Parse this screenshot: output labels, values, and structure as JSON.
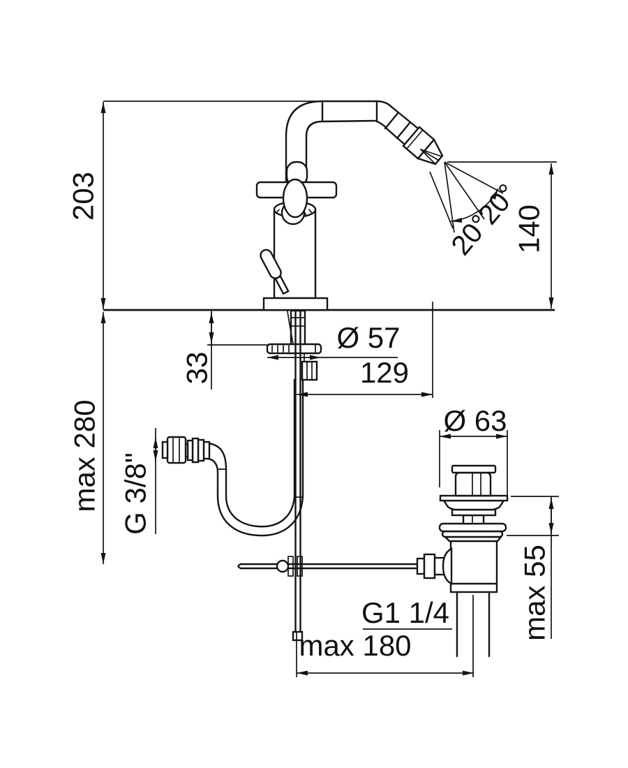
{
  "drawing_type": "faucet-technical-dimension-drawing",
  "dimensions": {
    "spout_height": "203",
    "max_total_height": "max 280",
    "deck_thickness": "33",
    "base_diameter": "Ø 57",
    "spout_projection": "129",
    "outlet_height": "140",
    "spray_angle_left": "20°",
    "spray_angle_right": "20°",
    "hose_thread": "G 3/8\"",
    "waste_flange_diameter": "Ø 63",
    "waste_max_deck": "max 55",
    "waste_thread": "G1 1/4",
    "waste_max_offset": "max 180"
  }
}
